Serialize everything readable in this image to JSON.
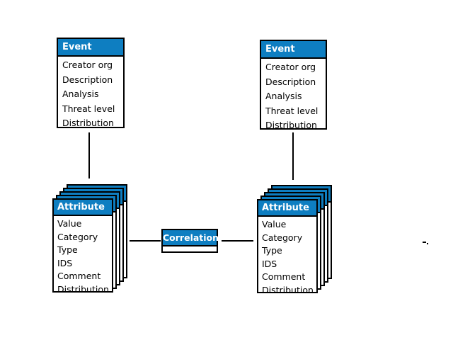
{
  "canvas": {
    "bg": "#ffffff",
    "accent": "#0e7ec1",
    "line": "#000000",
    "text": "#000000",
    "headertext": "#ffffff"
  },
  "event_left": {
    "title": "Event",
    "fields": [
      "Creator org",
      "Description",
      "Analysis",
      "Threat level",
      "Distribution"
    ]
  },
  "event_right": {
    "title": "Event",
    "fields": [
      "Creator org",
      "Description",
      "Analysis",
      "Threat level",
      "Distribution"
    ]
  },
  "attribute_left": {
    "title": "Attribute",
    "stack_count": 5,
    "fields": [
      "Value",
      "Category",
      "Type",
      "IDS",
      "Comment",
      "Distribution"
    ]
  },
  "attribute_right": {
    "title": "Attribute",
    "stack_count": 5,
    "fields": [
      "Value",
      "Category",
      "Type",
      "IDS",
      "Comment",
      "Distribution"
    ]
  },
  "correlation": {
    "label": "Correlation"
  }
}
